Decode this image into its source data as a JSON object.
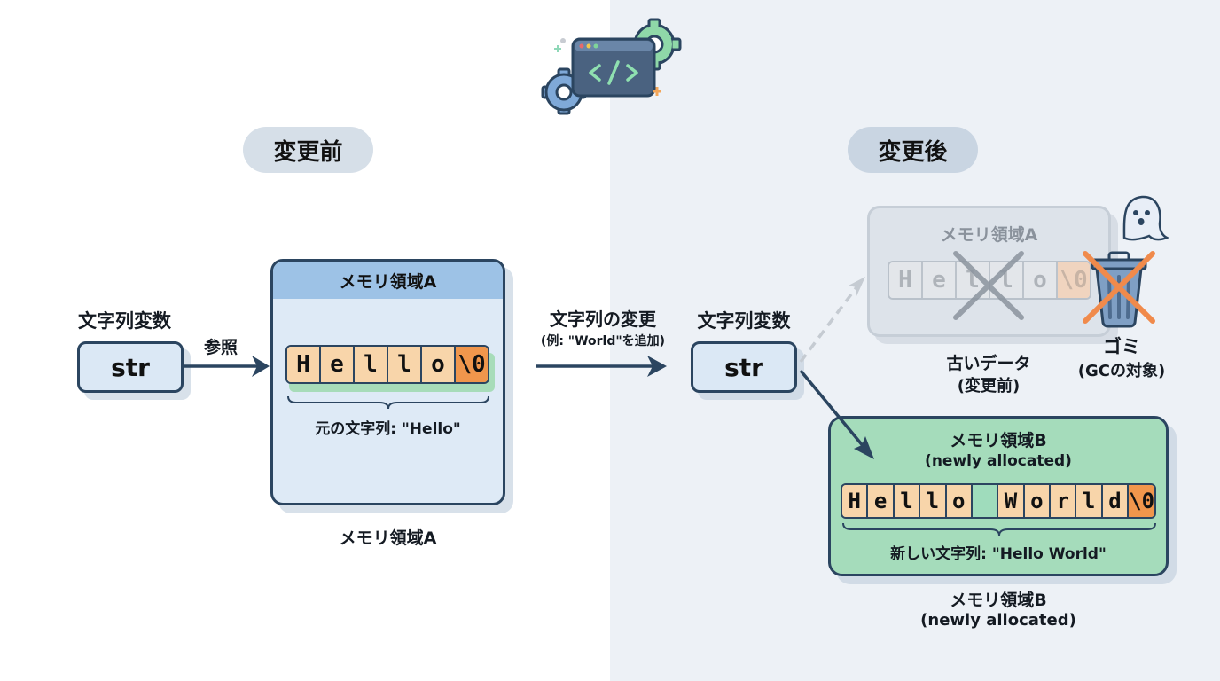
{
  "header": {
    "icon": "code-window-icon",
    "before_label": "変更前",
    "after_label": "変更後"
  },
  "before": {
    "variable_label": "文字列変数",
    "variable_name": "str",
    "reference_label": "参照",
    "memory": {
      "title": "メモリ領域A",
      "cells": [
        "H",
        "e",
        "l",
        "l",
        "o",
        "\\0"
      ],
      "caption": "元の文字列: \"Hello\"",
      "footer_label": "メモリ領域A"
    }
  },
  "transition": {
    "title": "文字列の変更",
    "subtitle": "(例: \"World\"を追加)"
  },
  "after": {
    "variable_label": "文字列変数",
    "variable_name": "str",
    "old_memory": {
      "title": "メモリ領域A",
      "cells": [
        "H",
        "e",
        "l",
        "l",
        "o",
        "\\0"
      ],
      "label_line1": "古いデータ",
      "label_line2": "(変更前)"
    },
    "garbage": {
      "label_line1": "ゴミ",
      "label_line2": "(GCの対象)",
      "icons": [
        "ghost-icon",
        "trash-can-icon",
        "cross-mark-icon"
      ]
    },
    "new_memory": {
      "title": "メモリ領域B",
      "subtitle": "(newly allocated)",
      "cells": [
        "H",
        "e",
        "l",
        "l",
        "o",
        " ",
        "W",
        "o",
        "r",
        "l",
        "d",
        "\\0"
      ],
      "caption": "新しい文字列: \"Hello World\"",
      "footer_line1": "メモリ領域B",
      "footer_line2": "(newly allocated)"
    }
  },
  "colors": {
    "border": "#2b4560",
    "memory_a_fill": "#deeaf6",
    "memory_a_header": "#9dc2e6",
    "memory_b_fill": "#a5dcbb",
    "cell_fill": "#f8d5aa",
    "null_cell_fill": "#f0964c",
    "cross_orange": "#f08a4b"
  }
}
